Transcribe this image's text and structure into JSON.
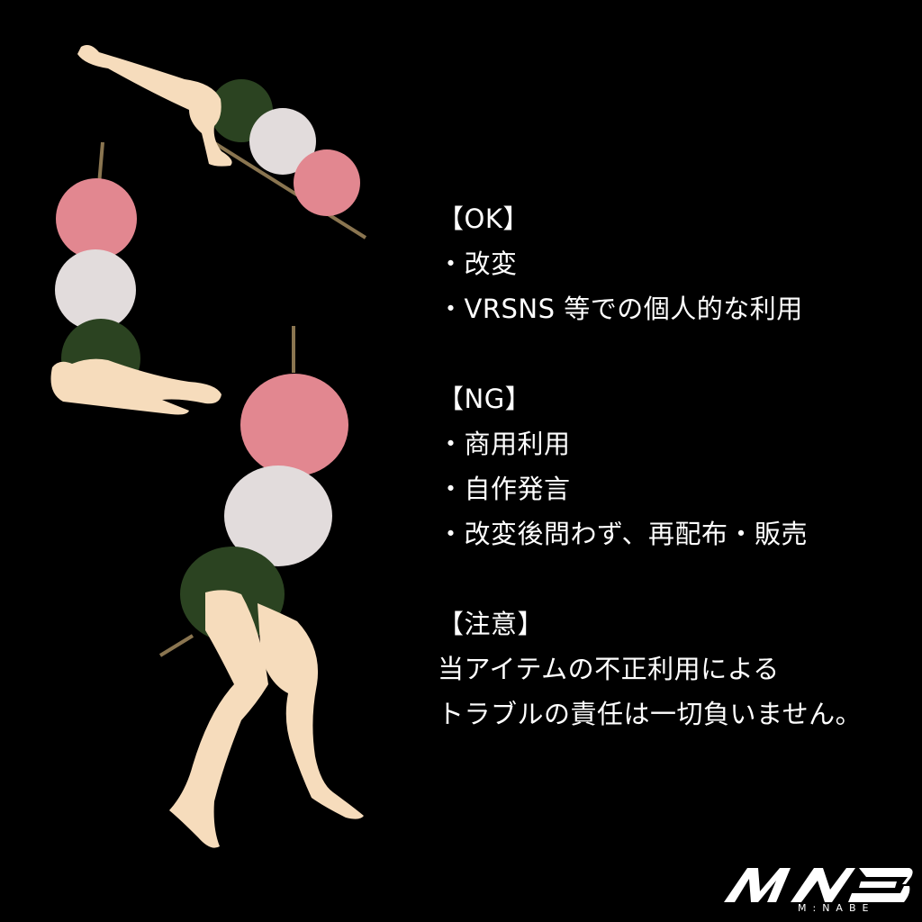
{
  "rules": {
    "ok": {
      "heading": "【OK】",
      "items": [
        "・改変",
        "・VRSNS 等での個人的な利用"
      ]
    },
    "ng": {
      "heading": "【NG】",
      "items": [
        "・商用利用",
        "・自作発言",
        "・改変後問わず、再配布・販売"
      ]
    },
    "caution": {
      "heading": "【注意】",
      "lines": [
        "当アイテムの不正利用による",
        "トラブルの責任は一切負いません。"
      ]
    }
  },
  "logo": {
    "mark": "MNB",
    "subtitle": "M:NABE"
  },
  "colors": {
    "background": "#000000",
    "dango_pink": "#e28790",
    "dango_white": "#e2dcdc",
    "dango_green": "#2b4321",
    "skin": "#f6dcbc",
    "skewer": "#8a7550",
    "text": "#ffffff"
  }
}
